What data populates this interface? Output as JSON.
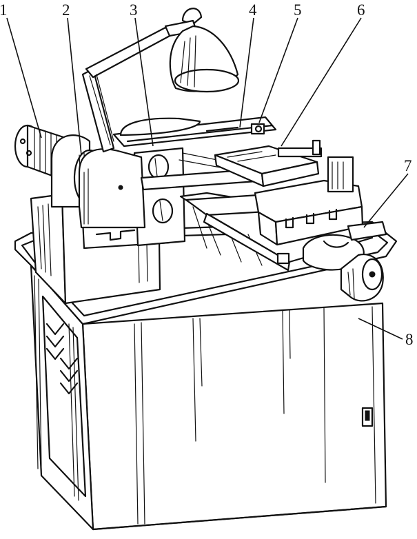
{
  "callouts": [
    {
      "id": "1",
      "text": "1"
    },
    {
      "id": "2",
      "text": "2"
    },
    {
      "id": "3",
      "text": "3"
    },
    {
      "id": "4",
      "text": "4"
    },
    {
      "id": "5",
      "text": "5"
    },
    {
      "id": "6",
      "text": "6"
    },
    {
      "id": "7",
      "text": "7"
    },
    {
      "id": "8",
      "text": "8"
    }
  ]
}
